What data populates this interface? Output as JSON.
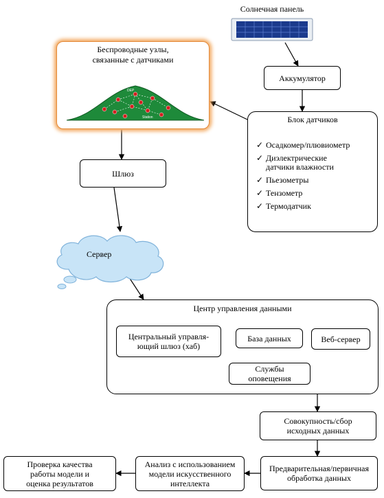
{
  "nodes": {
    "solar_panel": "Солнечная панель",
    "battery": "Аккумулятор",
    "wireless_nodes": "Беспроводные узлы,\nсвязанные с датчиками",
    "sensor_block": "Блок датчиков",
    "gateway": "Шлюз",
    "server": "Сервер",
    "data_center": "Центр управления данными",
    "central_hub": "Центральный управля-\nющий шлюз (хаб)",
    "database": "База данных",
    "web_server": "Веб-сервер",
    "alert_services": "Службы\nоповещения",
    "data_collection": "Совокупность/сбор\nисходных данных",
    "preprocessing": "Предварительная/первичная\nобработка данных",
    "ai_analysis": "Анализ с использованием\nмодели искусственного\nинтеллекта",
    "model_check": "Проверка качества\nработы модели и\nоценка результатов"
  },
  "sensors": [
    "Осадкомер/плювиометр",
    "Диэлектрические\nдатчики влажности",
    "Пьезометры",
    "Тензометр",
    "Термодатчик"
  ],
  "hill_labels": [
    "DEP",
    "Station"
  ],
  "colors": {
    "hill": "#1e8a3a",
    "node": "#d32020",
    "cloud": "#c8e4f7",
    "orange_glow": "#f2a65a",
    "panel": "#1b3a8c"
  },
  "icons": {
    "check": "✓"
  }
}
